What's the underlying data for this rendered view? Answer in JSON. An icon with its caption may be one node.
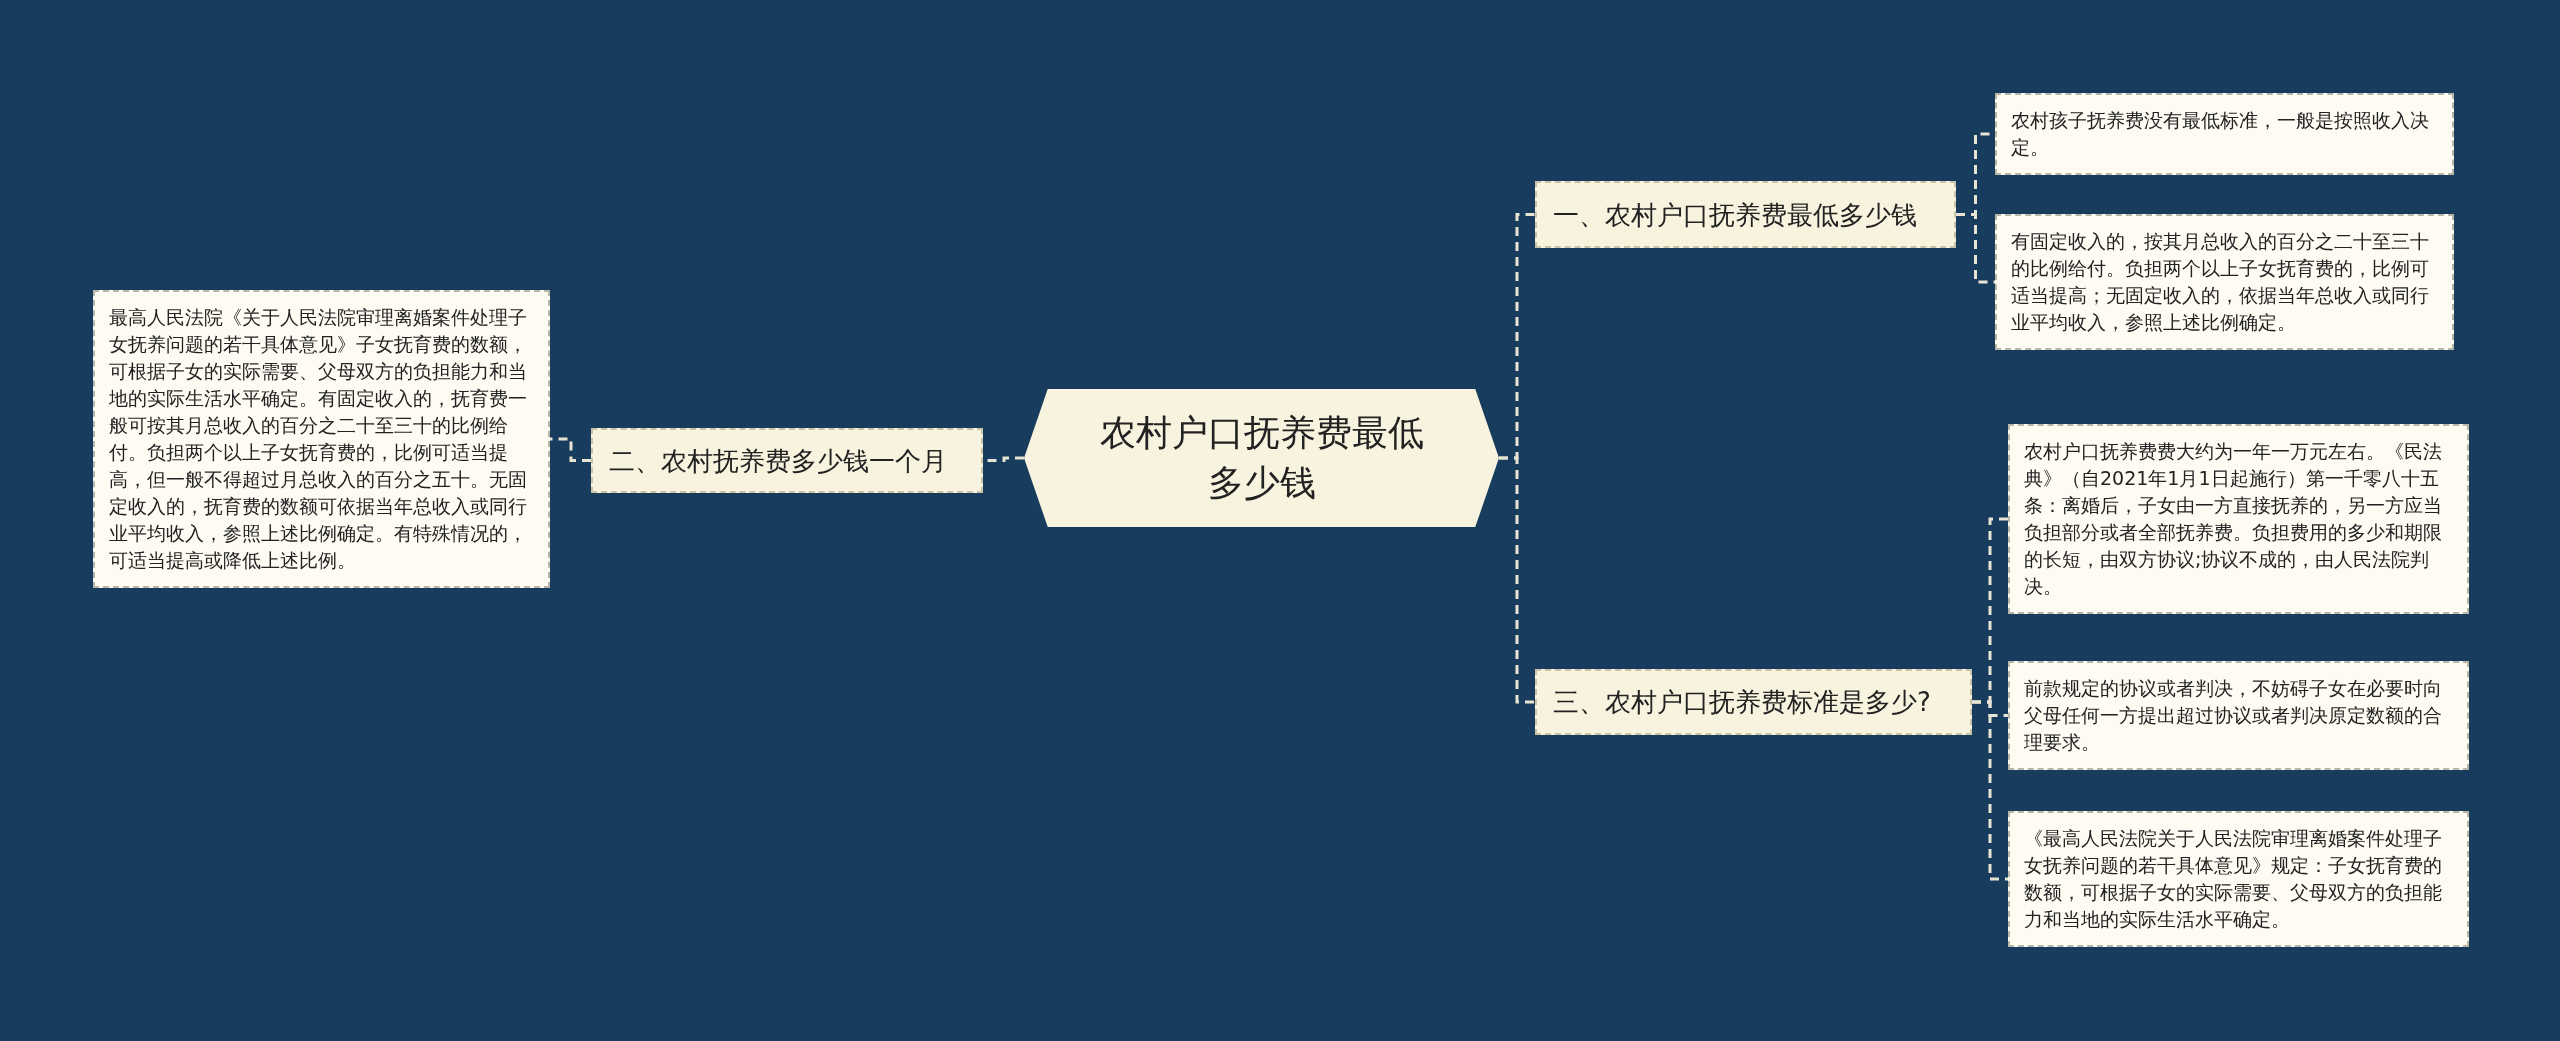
{
  "diagram": {
    "nodes": [
      {
        "text": [
          "农村户口抚养费最低多少钱"
        ]
      },
      {
        "text": [
          "一、农村户口抚养费最低多少钱"
        ]
      },
      {
        "text": [
          "农村孩子抚养费没有最低标准，一般是按照收入决定。"
        ]
      },
      {
        "text": [
          "有固定收入的，按其月总收入的百分之二十至三十的比例给付。负担两个以上子女抚育费的，比例可适当提高；无固定收入的，依据当年总收入或同行业平均收入，参照上述比例确定。"
        ]
      },
      {
        "text": [
          "三、农村户口抚养费标准是多少?"
        ]
      },
      {
        "text": [
          "农村户口抚养费费大约为一年一万元左右。《民法典》（自2021年1月1日起施行）第一千零八十五条：离婚后，子女由一方直接抚养的，另一方应当负担部分或者全部抚养费。负担费用的多少和期限的长短，由双方协议;协议不成的，由人民法院判决。"
        ]
      },
      {
        "text": [
          "前款规定的协议或者判决，不妨碍子女在必要时向父母任何一方提出超过协议或者判决原定数额的合理要求。"
        ]
      },
      {
        "text": [
          "《最高人民法院关于人民法院审理离婚案件处理子女抚养问题的若干具体意见》规定：子女抚育费的数额，可根据子女的实际需要、父母双方的负担能力和当地的实际生活水平确定。"
        ]
      },
      {
        "text": [
          "二、农村抚养费多少钱一个月"
        ]
      },
      {
        "text": [
          "最高人民法院《关于人民法院审理离婚案件处理子女抚养问题的若干具体意见》子女抚育费的数额，可根据子女的实际需要、父母双方的负担能力和当地的实际生活水平确定。有固定收入的，抚育费一般可按其月总收入的百分之二十至三十的比例给付。负担两个以上子女抚育费的，比例可适当提高，但一般不得超过月总收入的百分之五十。无固定收入的，抚育费的数额可依据当年总收入或同行业平均收入，参照上述比例确定。有特殊情况的，可适当提高或降低上述比例。"
        ]
      }
    ],
    "edges": [
      {
        "from": 0,
        "to": 1,
        "arrow": "none"
      },
      {
        "from": 1,
        "to": 2,
        "arrow": "none"
      },
      {
        "from": 1,
        "to": 3,
        "arrow": "none"
      },
      {
        "from": 0,
        "to": 4,
        "arrow": "none"
      },
      {
        "from": 4,
        "to": 5,
        "arrow": "none"
      },
      {
        "from": 4,
        "to": 6,
        "arrow": "none"
      },
      {
        "from": 4,
        "to": 7,
        "arrow": "none"
      },
      {
        "from": 0,
        "to": 8,
        "arrow": "none"
      },
      {
        "from": 8,
        "to": 9,
        "arrow": "none"
      }
    ]
  }
}
